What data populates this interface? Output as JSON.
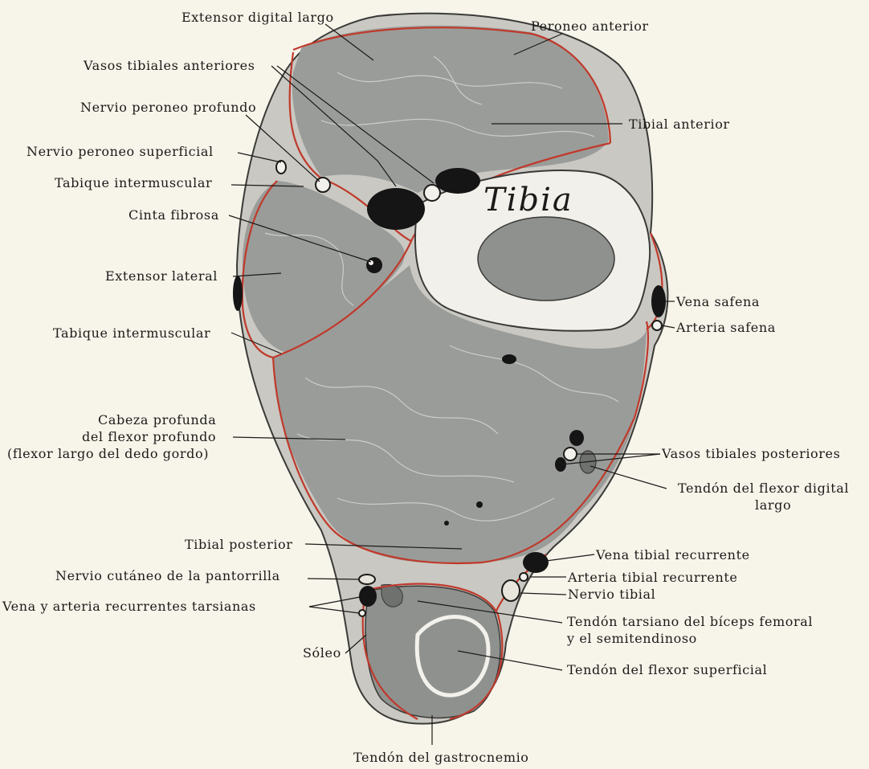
{
  "labels": {
    "extensor_digital_largo": "Extensor digital largo",
    "peroneo_anterior": "Peroneo anterior",
    "vasos_tibiales_anteriores": "Vasos tibiales anteriores",
    "nervio_peroneo_profundo": "Nervio peroneo profundo",
    "tibial_anterior": "Tibial anterior",
    "nervio_peroneo_superficial": "Nervio peroneo superficial",
    "tabique_intermuscular_1": "Tabique intermuscular",
    "tibia": "Tibia",
    "cinta_fibrosa": "Cinta fibrosa",
    "extensor_lateral": "Extensor lateral",
    "vena_safena": "Vena safena",
    "arteria_safena": "Arteria safena",
    "tabique_intermuscular_2": "Tabique intermuscular",
    "cabeza_profunda_1": "Cabeza profunda",
    "cabeza_profunda_2": "del flexor profundo",
    "cabeza_profunda_3": "(flexor largo del dedo gordo)",
    "vasos_tibiales_posteriores": "Vasos tibiales posteriores",
    "tendon_flexor_digital_1": "Tendón del flexor digital",
    "tendon_flexor_digital_2": "largo",
    "tibial_posterior": "Tibial posterior",
    "vena_tibial_recurrente": "Vena tibial recurrente",
    "arteria_tibial_recurrente": "Arteria tibial recurrente",
    "nervio_cutaneo": "Nervio cutáneo de la pantorrilla",
    "nervio_tibial": "Nervio tibial",
    "vena_arteria_tarsianas": "Vena y arteria recurrentes tarsianas",
    "tendon_tarsiano_1": "Tendón tarsiano del bíceps femoral",
    "tendon_tarsiano_2": "y el semitendinoso",
    "soleo": "Sóleo",
    "tendon_flexor_superficial": "Tendón del flexor superficial",
    "tendon_gastrocnemio": "Tendón del gastrocnemio"
  },
  "colors": {
    "background": "#f7f4ea",
    "skin": "#c9c8c2",
    "muscle": "#9a9c99",
    "bone_cortex": "#f1f0ea",
    "marrow": "#8f918e",
    "fascia": "#c0392b",
    "vessel": "#151515"
  }
}
